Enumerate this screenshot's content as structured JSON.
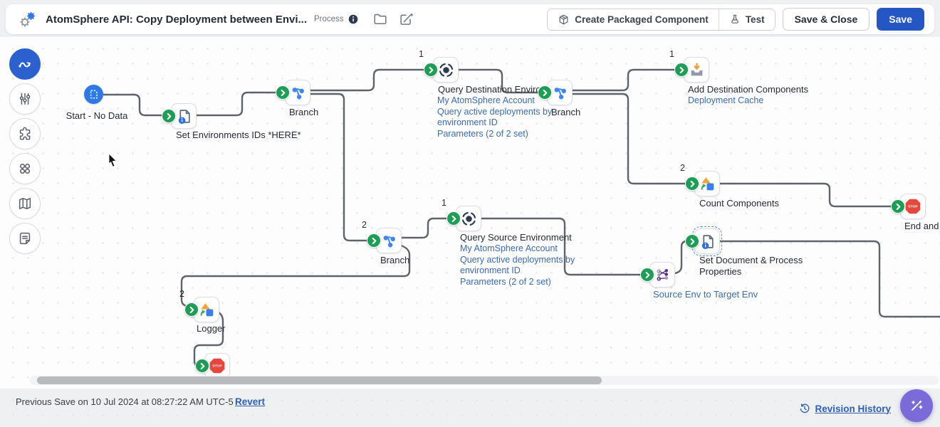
{
  "topbar": {
    "title": "AtomSphere API: Copy Deployment between Envi...",
    "type_label": "Process",
    "buttons": {
      "create_packaged": "Create Packaged Component",
      "test": "Test",
      "save_close": "Save & Close",
      "save": "Save"
    }
  },
  "sidebar": {
    "items": [
      {
        "icon": "flow-connector-icon",
        "active": true
      },
      {
        "icon": "sliders-icon",
        "active": false
      },
      {
        "icon": "puzzle-icon",
        "active": false
      },
      {
        "icon": "shapes-grid-icon",
        "active": false
      },
      {
        "icon": "map-icon",
        "active": false
      },
      {
        "icon": "notes-icon",
        "active": false
      }
    ]
  },
  "canvas": {
    "stop_label": "STOP",
    "nodes": [
      {
        "id": "start",
        "label": "Start - No Data"
      },
      {
        "id": "set-environments",
        "label": "Set Environments IDs *HERE*"
      },
      {
        "id": "branch-top",
        "label": "Branch"
      },
      {
        "id": "query-destination-environment",
        "seq": "1",
        "label": "Query Destination Environment",
        "sublabels": [
          "My AtomSphere Account",
          "Query active deployments by",
          "environment ID",
          "Parameters (2 of 2 set)"
        ]
      },
      {
        "id": "branch-mid",
        "label": "Branch"
      },
      {
        "id": "add-destination-components",
        "seq": "1",
        "label": "Add Destination Components",
        "sublabels": [
          "Deployment Cache"
        ]
      },
      {
        "id": "count-components",
        "seq": "2",
        "label": "Count Components"
      },
      {
        "id": "end-top",
        "label": "End and"
      },
      {
        "id": "branch-lower",
        "seq": "2",
        "label": "Branch"
      },
      {
        "id": "query-source-environment",
        "seq": "1",
        "label": "Query Source Environment",
        "sublabels": [
          "My AtomSphere Account",
          "Query active deployments by",
          "environment ID",
          "Parameters (2 of 2 set)"
        ]
      },
      {
        "id": "source-env-to-target-env-map",
        "label": "Source Env to Target Env"
      },
      {
        "id": "set-document-process-properties",
        "label": "Set Document & Process Properties"
      },
      {
        "id": "logger",
        "seq": "2",
        "label": "Logger"
      },
      {
        "id": "end-bottom",
        "label": ""
      }
    ]
  },
  "footer": {
    "previous_save": "Previous Save on 10 Jul 2024 at 08:27:22 AM UTC-5",
    "revert": "Revert",
    "revision_history": "Revision History"
  },
  "colors": {
    "primary_blue": "#2456c4",
    "node_blue": "#3b82f6",
    "connector_green": "#1f9d57",
    "stop_red": "#e5473d",
    "link_blue": "#2e5fb7",
    "fab_purple": "#7a6bd8"
  }
}
